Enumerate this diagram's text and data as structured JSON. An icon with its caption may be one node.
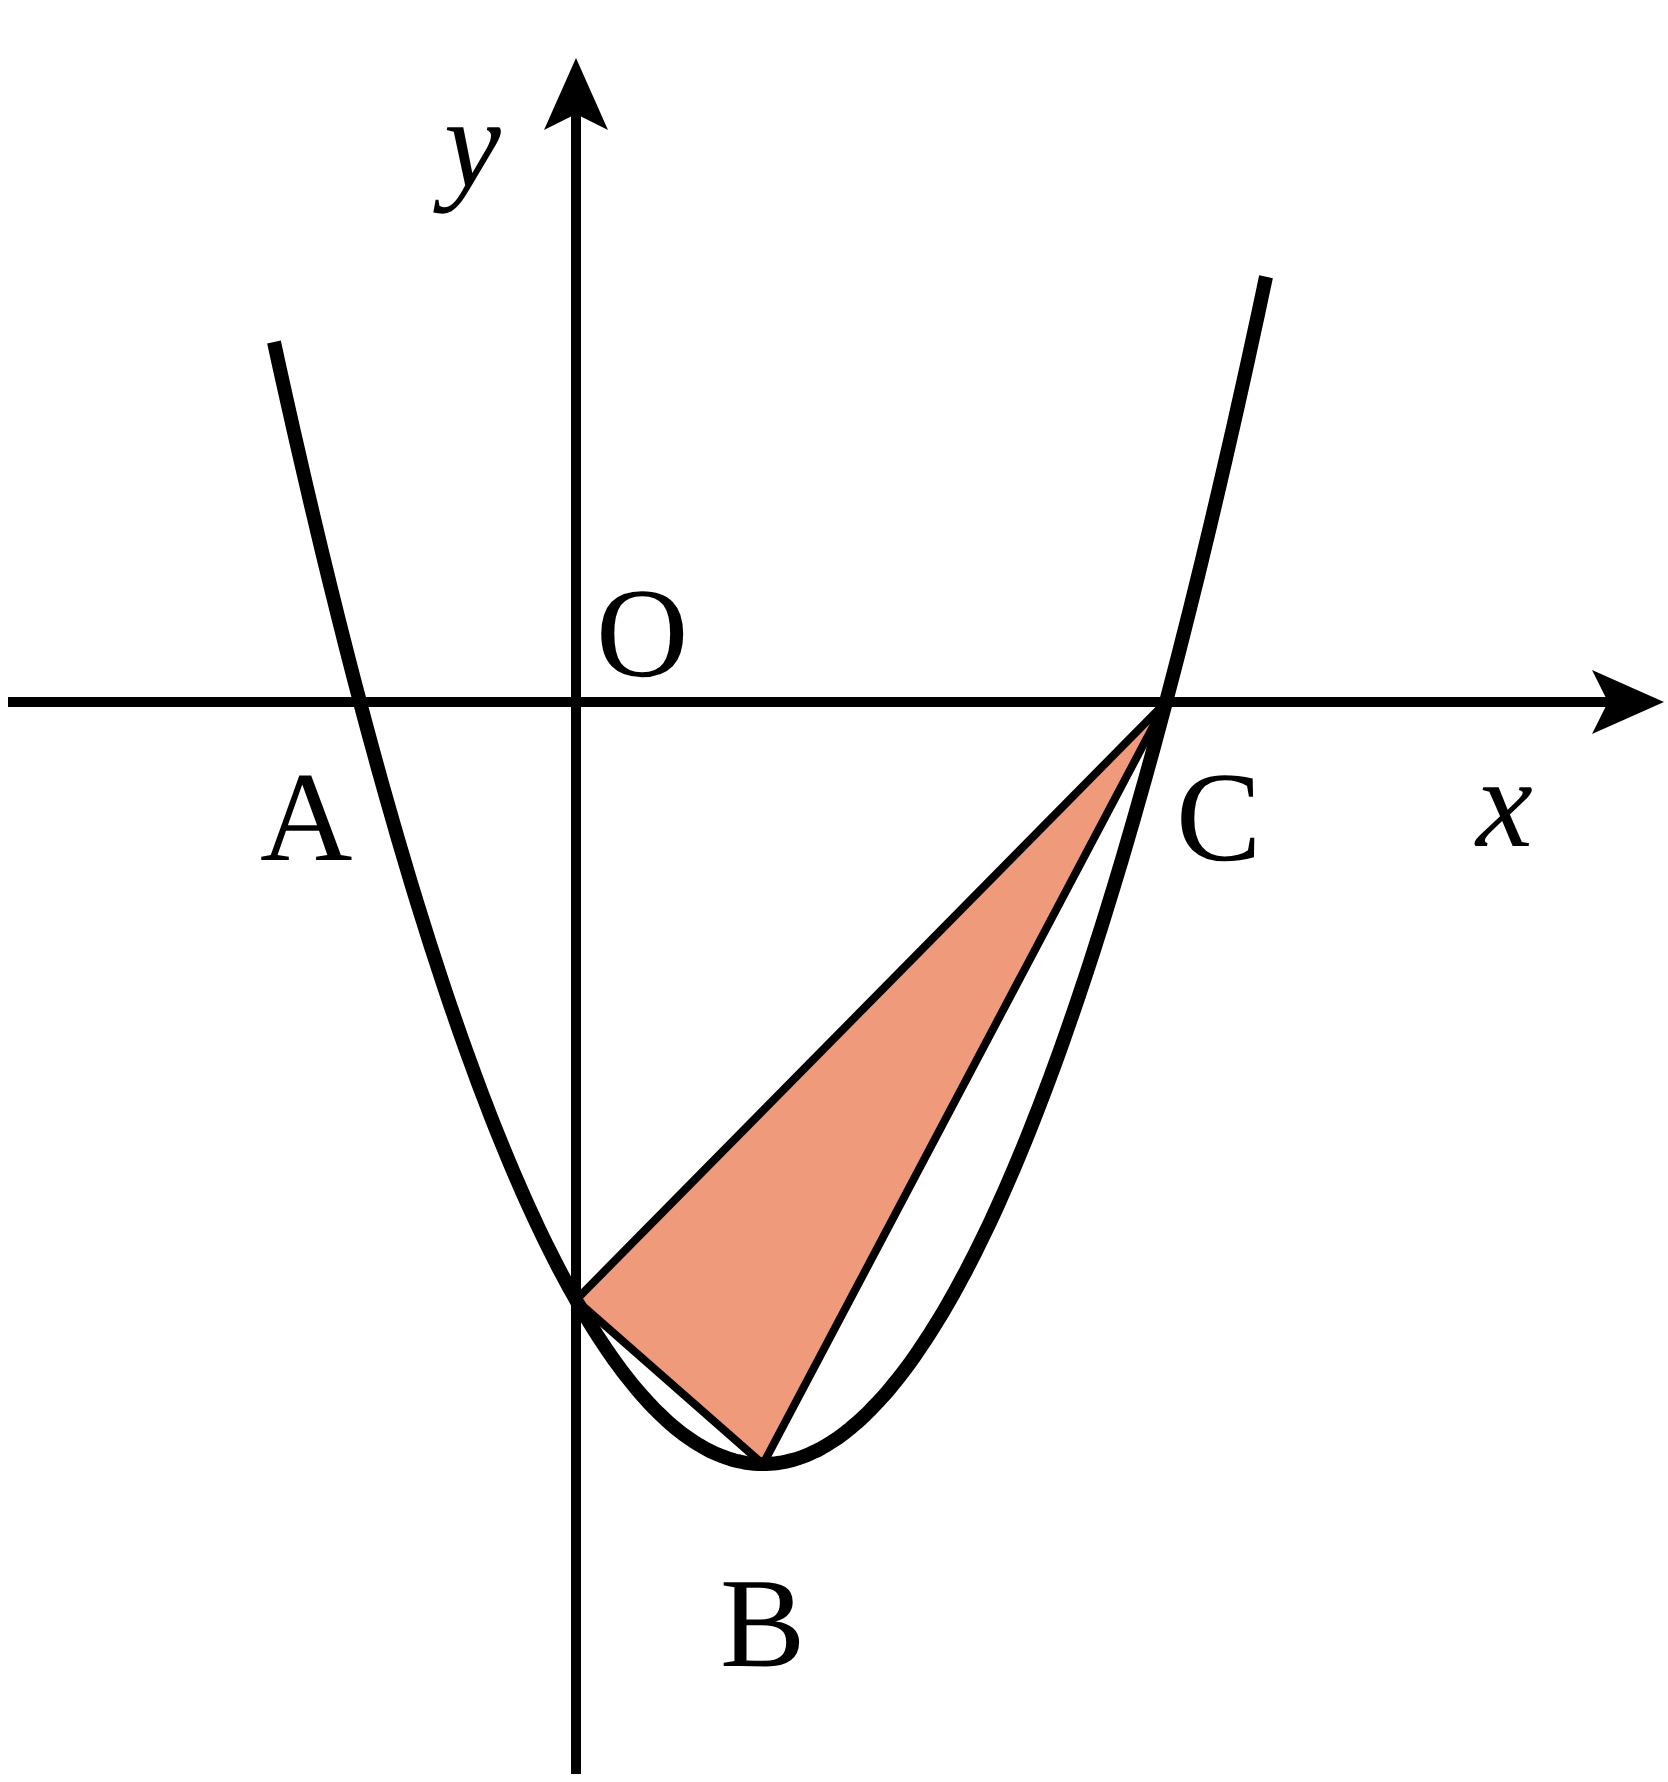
{
  "diagram": {
    "labels": [
      "y",
      "O",
      "x",
      "A",
      "C",
      "B"
    ]
  }
}
